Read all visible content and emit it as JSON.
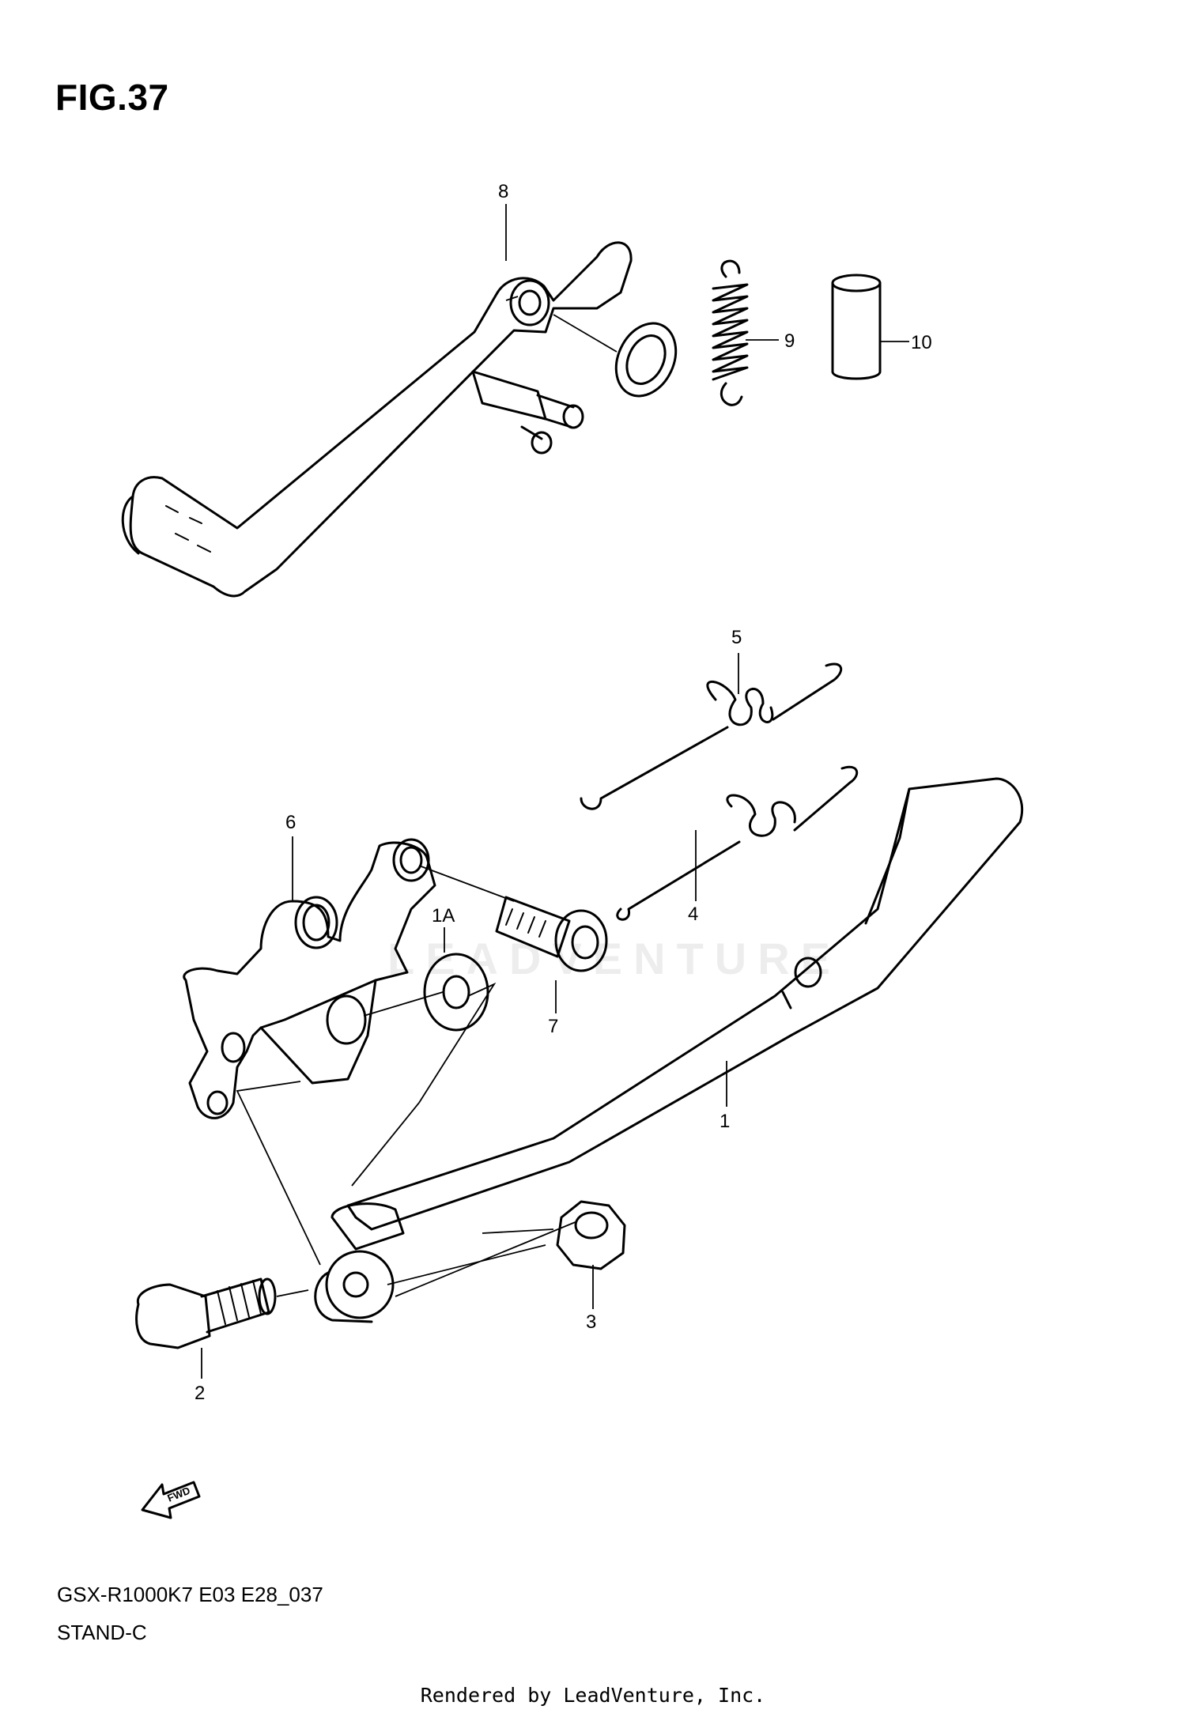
{
  "figure": {
    "title": "FIG.37"
  },
  "callouts": {
    "c1": "1",
    "c1a": "1A",
    "c2": "2",
    "c3": "3",
    "c4": "4",
    "c5": "5",
    "c6": "6",
    "c7": "7",
    "c8": "8",
    "c9": "9",
    "c10": "10"
  },
  "fwd_label": "FWD",
  "watermark": "LEADVENTURE",
  "footer": {
    "code": "GSX-R1000K7 E03 E28_037",
    "name": "STAND-C",
    "rendered_by": "Rendered by LeadVenture, Inc."
  }
}
